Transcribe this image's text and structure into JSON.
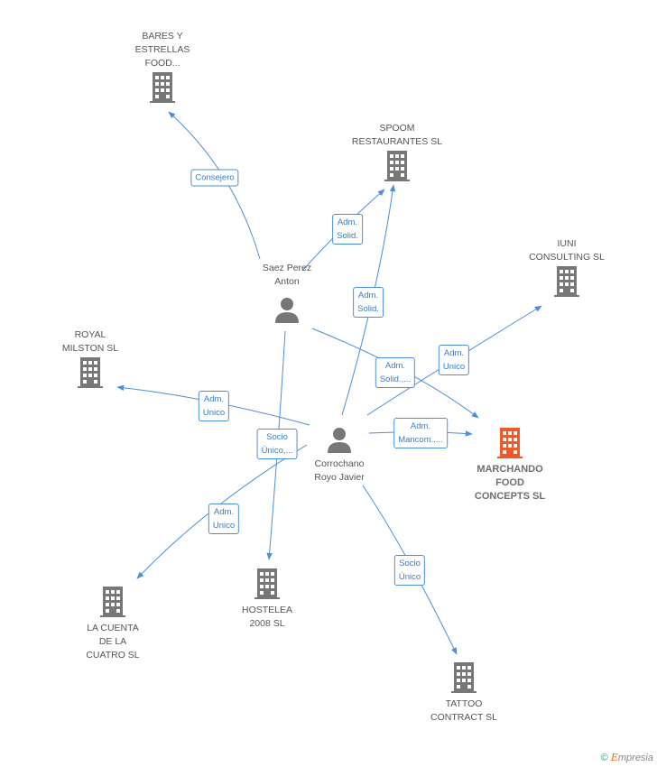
{
  "nodes": {
    "bares": [
      "BARES Y",
      "ESTRELLAS",
      "FOOD..."
    ],
    "spoom": [
      "SPOOM",
      "RESTAURANTES SL"
    ],
    "iuni": [
      "IUNI",
      "CONSULTING SL"
    ],
    "royal": [
      "ROYAL",
      "MILSTON SL"
    ],
    "marchando": [
      "MARCHANDO",
      "FOOD",
      "CONCEPTS SL"
    ],
    "cuenta": [
      "LA CUENTA",
      "DE LA",
      "CUATRO SL"
    ],
    "hostelea": [
      "HOSTELEA",
      "2008 SL"
    ],
    "tattoo": [
      "TATTOO",
      "CONTRACT SL"
    ],
    "saez": [
      "Saez Perez",
      "Anton"
    ],
    "corrochano": [
      "Corrochano",
      "Royo Javier"
    ]
  },
  "edges": {
    "consejero": [
      "Consejero"
    ],
    "saez_spoom": [
      "Adm.",
      "Solid."
    ],
    "corro_spoom": [
      "Adm.",
      "Solid."
    ],
    "corro_iuni": [
      "Adm.",
      "Unico"
    ],
    "saez_marchando": [
      "Adm.",
      "Solid.,..."
    ],
    "corro_marchando": [
      "Adm.",
      "Mancom.,..."
    ],
    "corro_royal": [
      "Adm.",
      "Unico"
    ],
    "saez_hostelea": [
      "Socio",
      "Único,..."
    ],
    "corro_cuenta": [
      "Adm.",
      "Unico"
    ],
    "corro_tattoo": [
      "Socio",
      "Único"
    ]
  },
  "colors": {
    "edge": "#4a8fd9",
    "building": "#777777",
    "highlight": "#f05a28",
    "person": "#777777"
  },
  "credit": {
    "symbol": "©",
    "brand_initial": "E",
    "brand_rest": "mpresia"
  }
}
